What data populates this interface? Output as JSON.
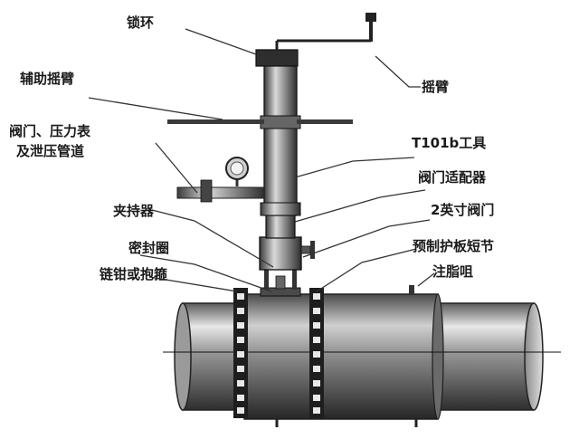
{
  "labels": {
    "suohuan": "锁环",
    "yaobi": "摇臂",
    "fuzhu_yaobi": "辅助摇臂",
    "famen_yalibiao_line1": "阀门、压力表",
    "famen_yalibiao_line2": "及泄压管道",
    "t101b": "T101b工具",
    "famen_shipeiqi": "阀门适配器",
    "jiachiqi": "夹持器",
    "liangyingcun_famen": "2英寸阀门",
    "mifengquan": "密封圈",
    "yuzhi_hubanduanjie": "预制护板短节",
    "lianqian_baogu": "链钳或抱箍",
    "zhuzhizui": "注脂咀"
  },
  "colors": {
    "metal_dark": "#3a3a3a",
    "metal_mid": "#7a7a7a",
    "metal_light": "#d8d8d8",
    "leader": "#333333"
  }
}
